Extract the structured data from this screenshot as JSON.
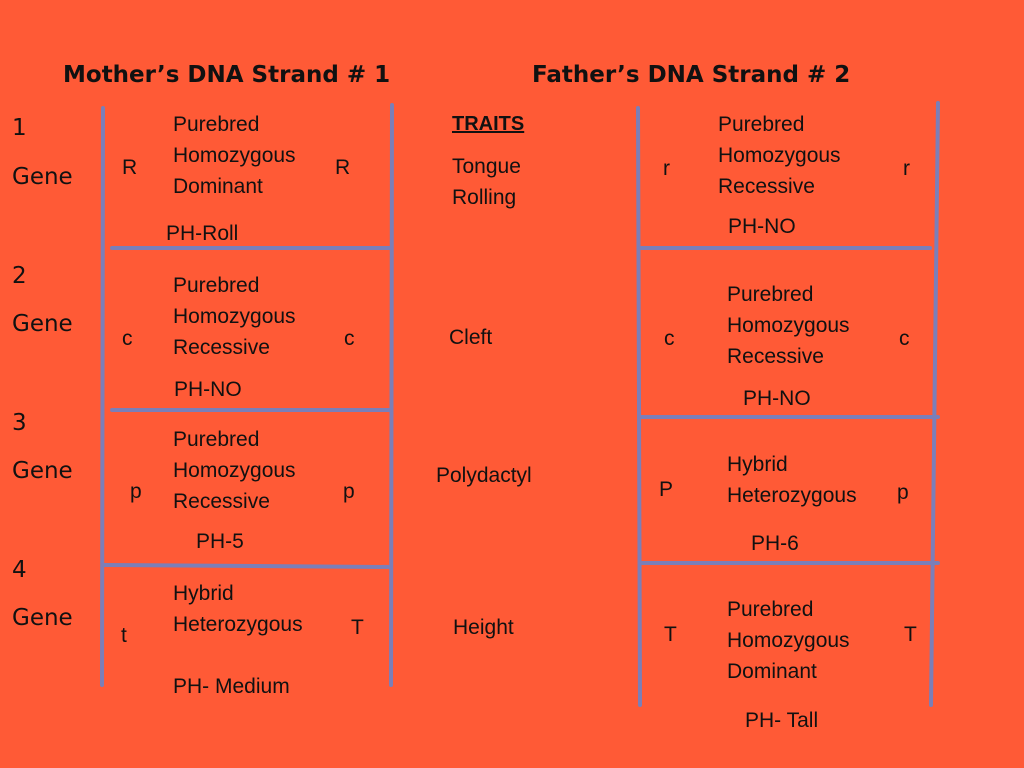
{
  "titles": {
    "mother": "Mother’s DNA Strand # 1",
    "father": "Father’s DNA Strand # 2"
  },
  "genes": [
    {
      "number": "1",
      "word": "Gene"
    },
    {
      "number": "2",
      "word": "Gene"
    },
    {
      "number": "3",
      "word": "Gene"
    },
    {
      "number": "4",
      "word": "Gene"
    }
  ],
  "traits_header": "TRAITS",
  "traits": [
    "Tongue Rolling",
    "Cleft",
    "Polydactyl",
    "Height"
  ],
  "mother": [
    {
      "left": "R",
      "right": "R",
      "desc": "Purebred Homozygous Dominant",
      "ph": "PH-Roll"
    },
    {
      "left": "c",
      "right": "c",
      "desc": "Purebred Homozygous Recessive",
      "ph": "PH-NO"
    },
    {
      "left": "p",
      "right": "p",
      "desc": "Purebred Homozygous Recessive",
      "ph": "PH-5"
    },
    {
      "left": "t",
      "right": "T",
      "desc": "Hybrid Heterozygous",
      "ph": "PH- Medium"
    }
  ],
  "father": [
    {
      "left": "r",
      "right": "r",
      "desc": "Purebred Homozygous Recessive",
      "ph": "PH-NO"
    },
    {
      "left": "c",
      "right": "c",
      "desc": "Purebred Homozygous Recessive",
      "ph": "PH-NO"
    },
    {
      "left": "P",
      "right": "p",
      "desc": "Hybrid Heterozygous",
      "ph": "PH-6"
    },
    {
      "left": "T",
      "right": "T",
      "desc": "Purebred Homozygous Dominant",
      "ph": "PH- Tall"
    }
  ],
  "colors": {
    "background": "#FF5A36",
    "strand": "#7B7FB8"
  }
}
